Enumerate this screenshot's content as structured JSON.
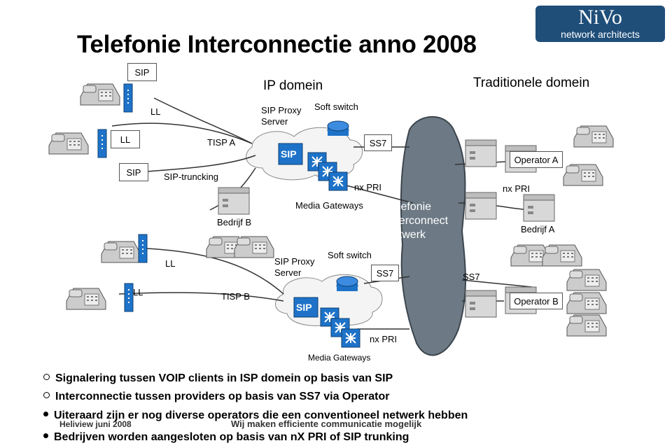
{
  "title": "Telefonie Interconnectie anno 2008",
  "logo": {
    "brand": "NiVo",
    "sub": "network architects"
  },
  "domains": {
    "ip": "IP domein",
    "traditional": "Traditionele domein"
  },
  "cloud_label": [
    "Telefonie",
    "Interconnect",
    "netwerk"
  ],
  "labels": {
    "sip_top": "SIP",
    "ll_1": "LL",
    "ll_2": "LL",
    "tisp_a": "TISP A",
    "sip_left": "SIP",
    "sip_truncking": "SIP-truncking",
    "sip_proxy_top": "SIP Proxy Server",
    "soft_switch_top": "Soft switch",
    "ss7_top": "SS7",
    "nx_pri_top": "nx PRI",
    "media_gateways_top": "Media Gateways",
    "bedrijf_b": "Bedrijf  B",
    "operator_a": "Operator A",
    "nx_pri_right": "nx PRI",
    "bedrijf_a": "Bedrijf A",
    "ll_3": "LL",
    "ll_4": "LL",
    "sip_proxy_bottom": "SIP Proxy Server",
    "soft_switch_bottom": "Soft switch",
    "ss7_mid": "SS7",
    "ss7_right": "SS7",
    "tisp_b": "TISP B",
    "operator_b": "Operator B",
    "nx_pri_bottom": "nx PRI",
    "media_gateways_bottom": "Media Gateways",
    "sip_badge": "SIP"
  },
  "bullets": [
    "Signalering tussen VOIP clients in ISP domein op basis van SIP",
    "Interconnectie tussen providers op basis van SS7 via Operator",
    "Uiteraard zijn er nog diverse operators die een conventioneel netwerk hebben",
    "Bedrijven worden aangesloten op basis van nX PRI of SIP trunking"
  ],
  "footer": {
    "left": "Heliview juni 2008",
    "center": "Wij maken efficiente communicatie mogelijk"
  },
  "colors": {
    "cloud_ip": "#f4f4f4",
    "cloud_telco": "#6d7a85",
    "gateway": "#1e73c8",
    "logo": "#1f4e79"
  },
  "icons": [
    "phone-icon",
    "server-icon",
    "router-icon",
    "gateway-icon",
    "switch-icon",
    "cloud-icon"
  ]
}
